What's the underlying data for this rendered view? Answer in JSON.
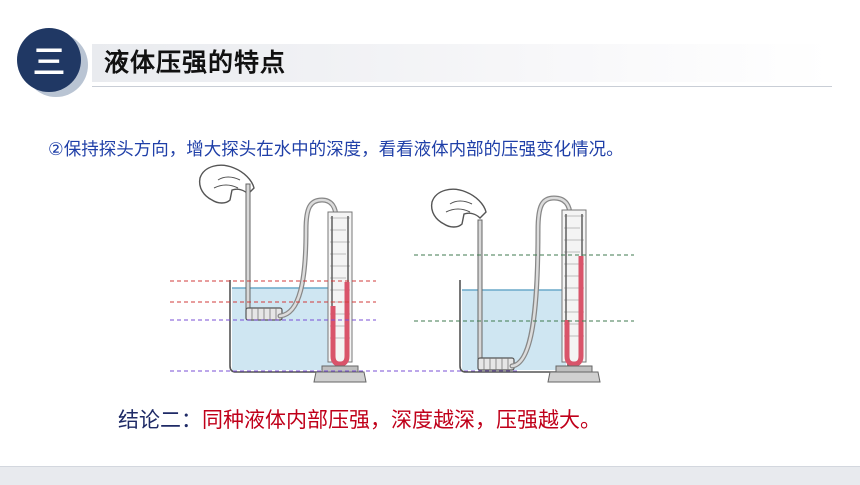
{
  "section": {
    "badge": "三",
    "title": "液体压强的特点"
  },
  "instruction": "②保持探头方向，增大探头在水中的深度，看看液体内部的压强变化情况。",
  "conclusion": {
    "prefix": "结论二：",
    "body": "同种液体内部压强，深度越深，压强越大。"
  },
  "colors": {
    "badge": "#203864",
    "instruction": "#1f3fa8",
    "conclusion_prefix": "#1e2a66",
    "conclusion_body": "#c0001a",
    "manometer_liquid": "#d9546a",
    "water": "#cfe6f2",
    "guide_red": "#d23b3b",
    "guide_purple": "#7a4fd6",
    "guide_green": "#3f7a4f"
  }
}
